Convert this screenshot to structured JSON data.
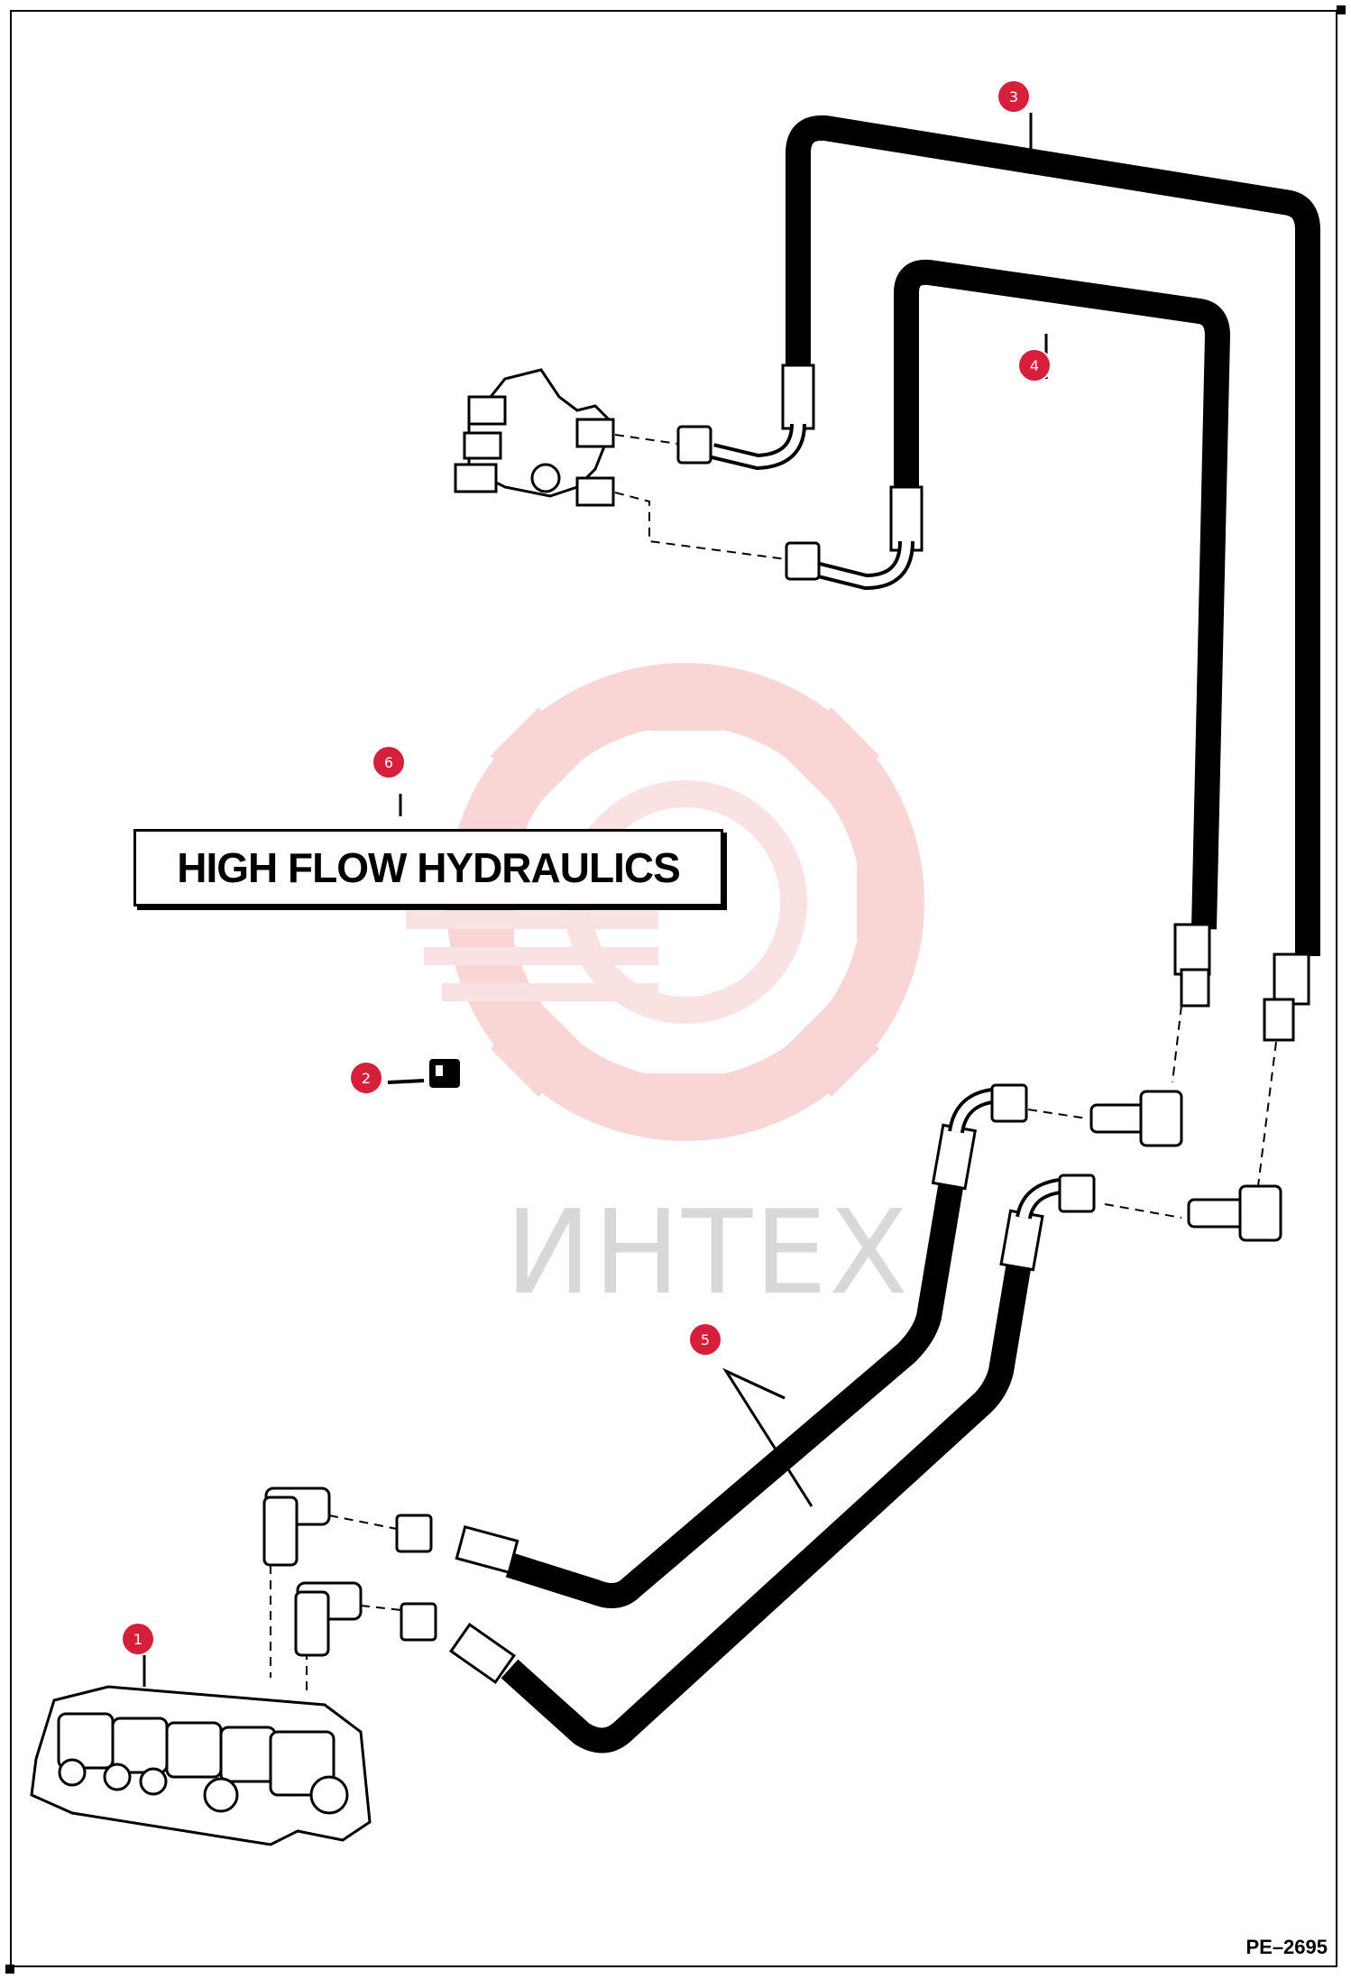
{
  "diagram": {
    "title_label": "HIGH FLOW HYDRAULICS",
    "figure_code": "PE–2695",
    "callouts": [
      {
        "number": "1",
        "part": "control-valve"
      },
      {
        "number": "2",
        "part": "small-fitting"
      },
      {
        "number": "3",
        "part": "upper-long-hose"
      },
      {
        "number": "4",
        "part": "upper-inner-hose"
      },
      {
        "number": "5",
        "part": "lower-hoses-pair"
      },
      {
        "number": "6",
        "part": "decal"
      }
    ],
    "callout_color": "#d61f3b",
    "line_color": "#000000"
  },
  "watermark": {
    "text": "ИНТЕХ",
    "color": "#f2a7a7",
    "icon": "gear-logo-icon"
  }
}
